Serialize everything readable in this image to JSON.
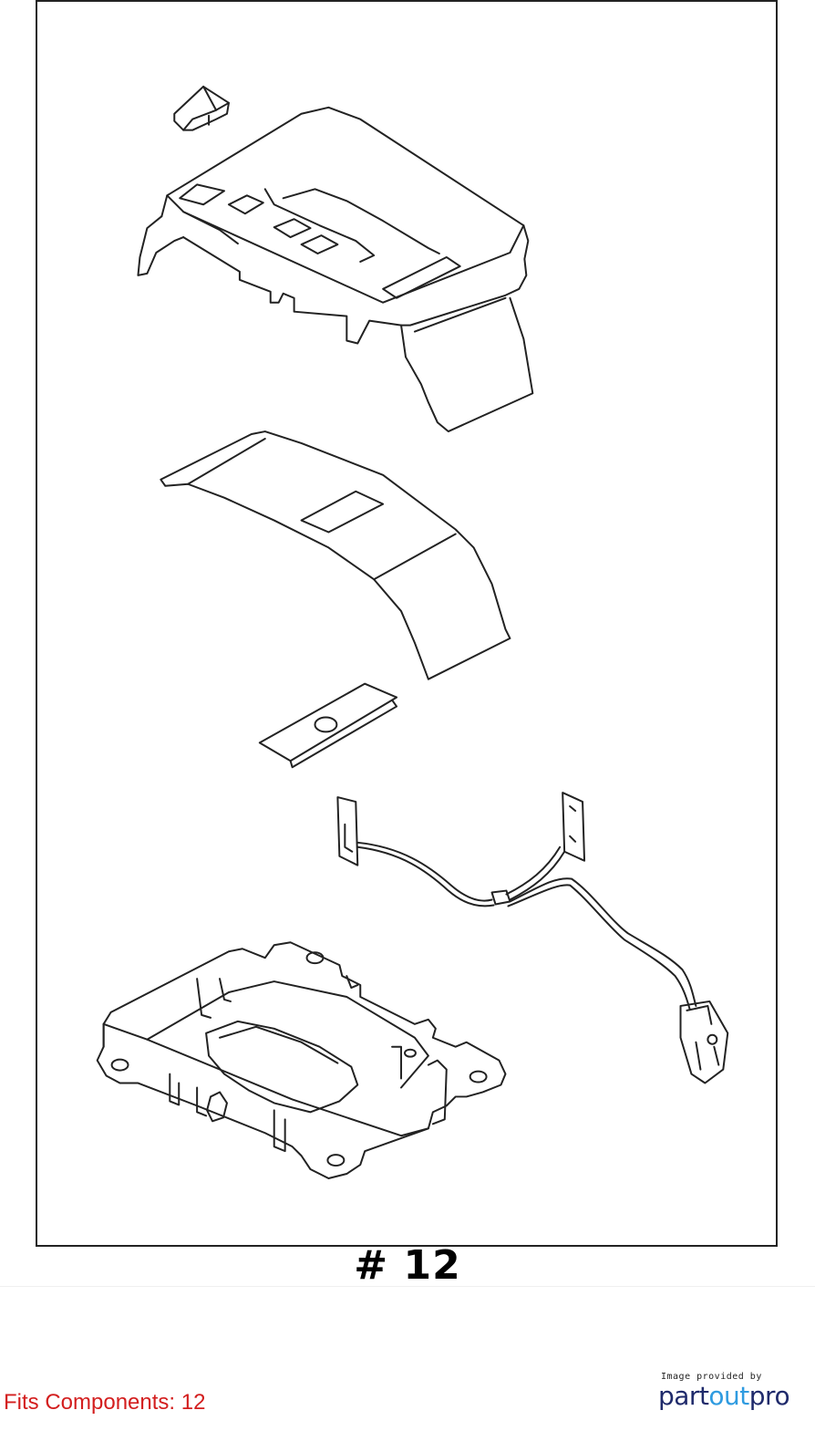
{
  "diagram": {
    "number_label": "# 12",
    "parts": [
      {
        "name": "shift-knob-cap"
      },
      {
        "name": "shift-indicator-cover"
      },
      {
        "name": "indicator-film-panel"
      },
      {
        "name": "slide-plate"
      },
      {
        "name": "wiring-harness"
      },
      {
        "name": "shifter-base-bracket"
      }
    ]
  },
  "footer": {
    "fits_components": "Fits Components: 12",
    "brand_caption": "Image provided by",
    "brand_part": "part",
    "brand_out": "out",
    "brand_pro": "pro"
  },
  "colors": {
    "line": "#222222",
    "fits_text": "#d31e1e",
    "brand_dark": "#1f2a6b",
    "brand_light": "#2f9be0"
  }
}
